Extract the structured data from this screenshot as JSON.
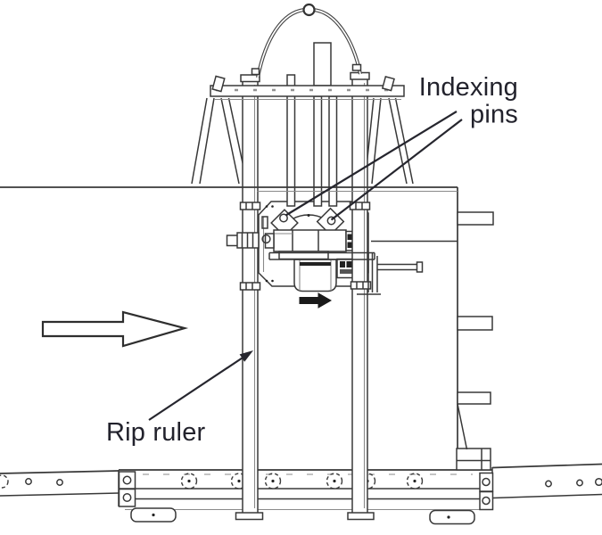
{
  "figure": {
    "kind": "technical-line-drawing",
    "background_color": "#ffffff",
    "ink_color": "#383838",
    "label_text_color": "#22222c",
    "labels": {
      "indexing_pins": {
        "line1": "Indexing",
        "line2": "pins",
        "leader_count": 2
      },
      "rip_ruler": {
        "text": "Rip ruler",
        "leader_count": 1
      }
    },
    "arrows": {
      "feed_direction": {
        "style": "outlined",
        "direction": "right",
        "fill": "#ffffff"
      },
      "carriage_travel": {
        "style": "solid",
        "direction": "right",
        "fill": "#1a1a1a"
      }
    }
  }
}
